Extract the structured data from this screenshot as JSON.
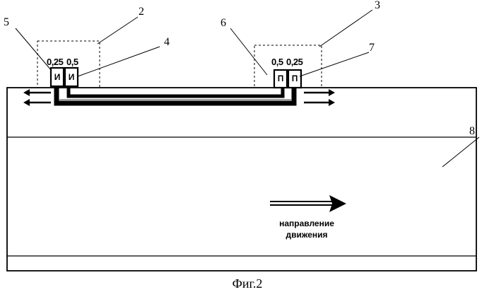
{
  "figure": {
    "caption": "Фиг.2",
    "callouts": [
      "2",
      "3",
      "4",
      "5",
      "6",
      "7",
      "8"
    ],
    "left_unit": {
      "values": [
        "0,25",
        "0,5"
      ],
      "symbols": [
        "И",
        "И"
      ]
    },
    "right_unit": {
      "values": [
        "0,5",
        "0,25"
      ],
      "symbols": [
        "П",
        "П"
      ]
    },
    "direction": {
      "line1": "направление",
      "line2": "движения"
    }
  }
}
